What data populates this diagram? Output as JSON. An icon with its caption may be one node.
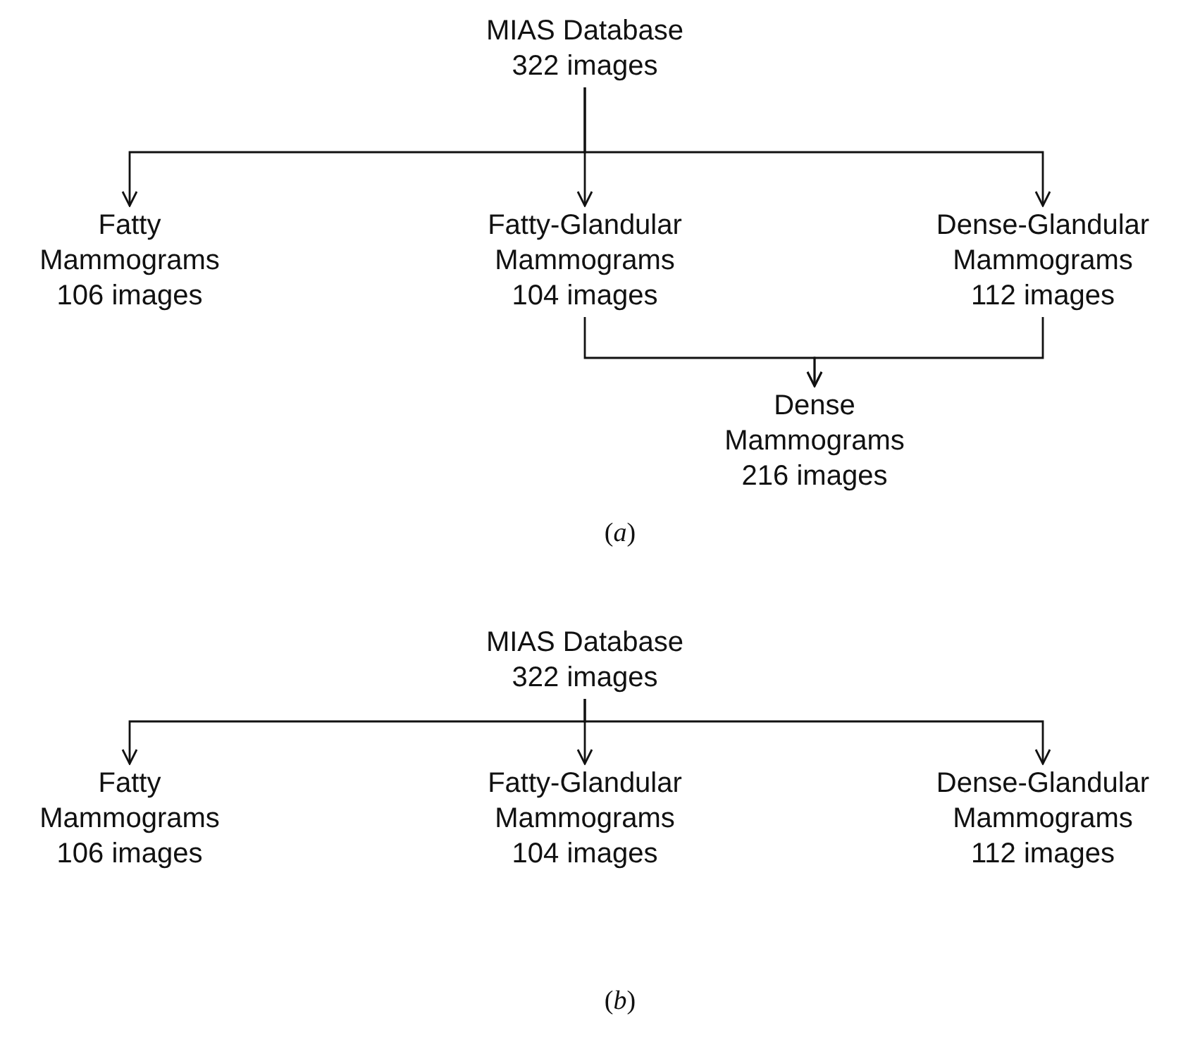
{
  "diagram": {
    "nodes": [
      {
        "text": [
          "MIAS Database 322 images"
        ]
      },
      {
        "text": [
          "Fatty Mammograms 106 images"
        ]
      },
      {
        "text": [
          "Fatty-Glandular Mammograms 104 images"
        ]
      },
      {
        "text": [
          "Dense-Glandular Mammograms 112 images"
        ]
      },
      {
        "text": [
          "Dense Mammograms 216 images"
        ]
      },
      {
        "text": [
          "MIAS Database 322 images"
        ]
      },
      {
        "text": [
          "Fatty Mammograms 106 images"
        ]
      },
      {
        "text": [
          "Fatty-Glandular Mammograms 104 images"
        ]
      },
      {
        "text": [
          "Dense-Glandular Mammograms 112 images"
        ]
      }
    ],
    "edges": [
      {
        "from": 0,
        "to": 1,
        "arrow": "to"
      },
      {
        "from": 0,
        "to": 2,
        "arrow": "to"
      },
      {
        "from": 0,
        "to": 3,
        "arrow": "to"
      },
      {
        "from": 2,
        "to": 4,
        "arrow": "to"
      },
      {
        "from": 3,
        "to": 4,
        "arrow": "to"
      },
      {
        "from": 5,
        "to": 6,
        "arrow": "to"
      },
      {
        "from": 5,
        "to": 7,
        "arrow": "to"
      },
      {
        "from": 5,
        "to": 8,
        "arrow": "to"
      }
    ],
    "labels": [
      "(*a*)",
      "(*b*)"
    ]
  }
}
